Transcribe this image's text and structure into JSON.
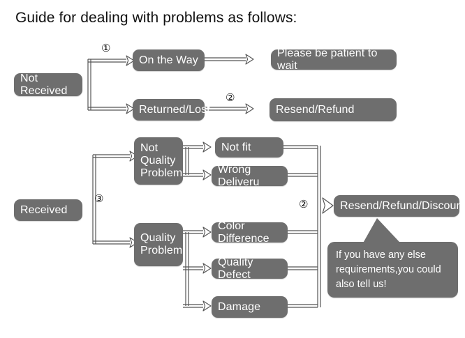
{
  "title": "Guide for dealing with problems as follows:",
  "theme": {
    "node_fill": "#6e6e6e",
    "node_text": "#ffffff",
    "line_color": "#555555",
    "background": "#ffffff",
    "title_color": "#111111"
  },
  "markers": {
    "one": "①",
    "two_top": "②",
    "two_bottom": "②",
    "three": "③"
  },
  "branches": {
    "not_received": {
      "root": "Not Received",
      "children": [
        "On the Way",
        "Returned/Lost"
      ],
      "outcomes": [
        "Please be patient to wait",
        "Resend/Refund"
      ]
    },
    "received": {
      "root": "Received",
      "groups": [
        {
          "label": "Not\nQuality\nProblem",
          "items": [
            "Not fit",
            "Wrong Deliveru"
          ]
        },
        {
          "label": "Quality\nProblem",
          "items": [
            "Color Difference",
            "Quality Defect",
            "Damage"
          ]
        }
      ],
      "outcome": "Resend/Refund/Discount"
    }
  },
  "callout": {
    "text": "If you have any else requirements,you could also tell us!"
  }
}
